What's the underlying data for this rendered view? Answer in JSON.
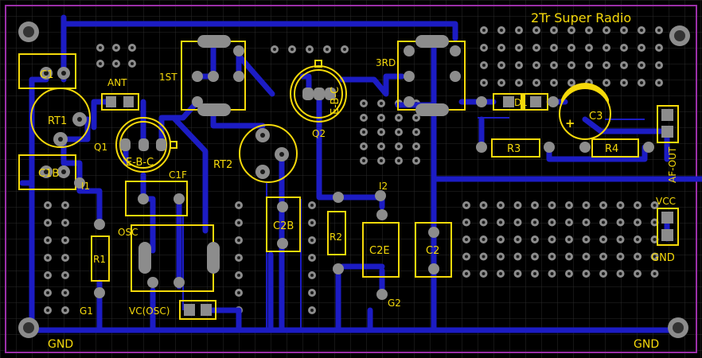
{
  "title": "2Tr Super Radio",
  "colors": {
    "background": "#000000",
    "grid": "#2a2a2a",
    "outline": "#9b2fa8",
    "trace": "#1c1cc4",
    "silk": "#f5d90a",
    "pad": "#8c8c8c",
    "hole": "#1a1a1a"
  },
  "labels": {
    "c1": "C1",
    "c1b": "C1B",
    "c1f": "C1F",
    "ant": "ANT",
    "first": "1ST",
    "third": "3RD",
    "rt1": "RT1",
    "rt2": "RT2",
    "q1": "Q1",
    "q1_pins": "E-B-C",
    "q2": "Q2",
    "q2_pins": "E-B-C",
    "i1": "I1",
    "i2": "I2",
    "r1": "R1",
    "r2": "R2",
    "r3": "R3",
    "r4": "R4",
    "d1": "D1",
    "c3": "C3",
    "c2": "C2",
    "c2b": "C2B",
    "c2e": "C2E",
    "osc": "OSC",
    "vc_osc": "VC(OSC)",
    "g1": "G1",
    "g2": "G2",
    "af_out": "AF-OUT",
    "vcc": "VCC",
    "gnd_right_top": "GND",
    "gnd_left": "GND",
    "gnd_right": "GND"
  },
  "icons": {
    "mounting_hole": "mounting-hole-icon",
    "polarity": "plus-sign-icon"
  }
}
